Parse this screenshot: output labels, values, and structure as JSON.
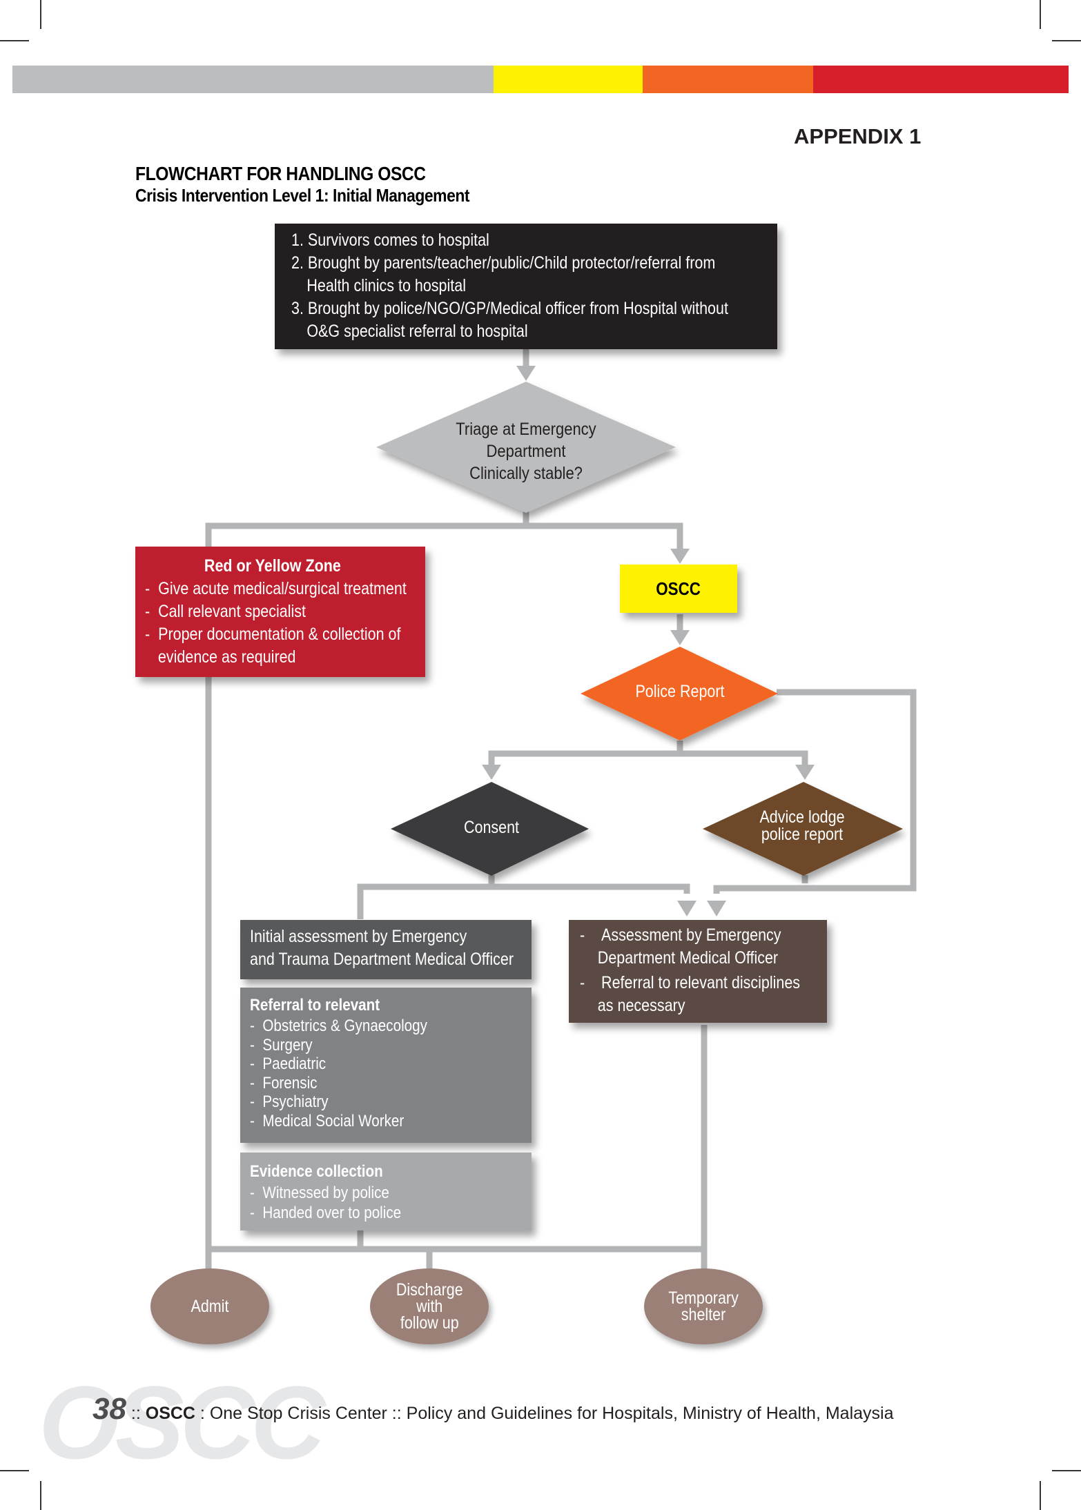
{
  "header": {
    "appendix": "APPENDIX 1",
    "title": "FLOWCHART FOR HANDLING OSCC",
    "subtitle": "Crisis Intervention Level 1: Initial Management",
    "band_colors": [
      "#bcbdbf",
      "#fff200",
      "#f26522",
      "#d71f2b"
    ]
  },
  "flow": {
    "start": {
      "items": [
        {
          "num": "1.",
          "lines": [
            "Survivors comes to hospital"
          ]
        },
        {
          "num": "2.",
          "lines": [
            "Brought by parents/teacher/public/Child protector/referral from",
            "Health clinics to hospital"
          ]
        },
        {
          "num": "3.",
          "lines": [
            "Brought by police/NGO/GP/Medical officer from Hospital without",
            "O&G specialist referral to hospital"
          ]
        }
      ]
    },
    "triage": {
      "lines": [
        "Triage at Emergency",
        "Department",
        "Clinically stable?"
      ]
    },
    "red_zone": {
      "title": "Red or Yellow Zone",
      "items": [
        [
          "Give acute medical/surgical treatment"
        ],
        [
          "Call relevant specialist"
        ],
        [
          "Proper documentation & collection of",
          "evidence as required"
        ]
      ]
    },
    "oscc": {
      "label": "OSCC"
    },
    "police_report": {
      "label": "Police Report"
    },
    "consent": {
      "label": "Consent"
    },
    "advice": {
      "lines": [
        "Advice lodge",
        "police report"
      ]
    },
    "initial_assessment": {
      "lines": [
        "Initial assessment by Emergency",
        "and Trauma Department Medical Officer"
      ]
    },
    "referral": {
      "title": "Referral to relevant",
      "items": [
        "Obstetrics & Gynaecology",
        "Surgery",
        "Paediatric",
        "Forensic",
        "Psychiatry",
        "Medical Social Worker"
      ]
    },
    "evidence": {
      "title": "Evidence collection",
      "items": [
        "Witnessed by police",
        "Handed over to police"
      ]
    },
    "assessment_brown": {
      "items": [
        [
          "Assessment by Emergency",
          "Department Medical Officer"
        ],
        [
          "Referral to relevant disciplines",
          "as necessary"
        ]
      ]
    },
    "outcomes": {
      "admit": {
        "lines": [
          "Admit"
        ]
      },
      "discharge": {
        "lines": [
          "Discharge",
          "with",
          "follow up"
        ]
      },
      "shelter": {
        "lines": [
          "Temporary",
          "shelter"
        ]
      }
    }
  },
  "footer": {
    "page_number": "38",
    "prefix": " :: ",
    "brand": "OSCC",
    "text": " : One Stop Crisis Center :: Policy and Guidelines for Hospitals, Ministry of Health, Malaysia",
    "watermark": "OSCC"
  },
  "colors": {
    "black_box": "#231f20",
    "triage": "#bcbdbf",
    "red": "#be1e2d",
    "yellow": "#fff200",
    "orange": "#f26522",
    "dark": "#3a3a3c",
    "brown": "#6d4a2c",
    "gray_dark": "#58595b",
    "gray_mid": "#808285",
    "gray_light": "#a7a9ac",
    "brown_box": "#5a4a43",
    "oval": "#9a8077",
    "connector": "#b3b4b6"
  }
}
